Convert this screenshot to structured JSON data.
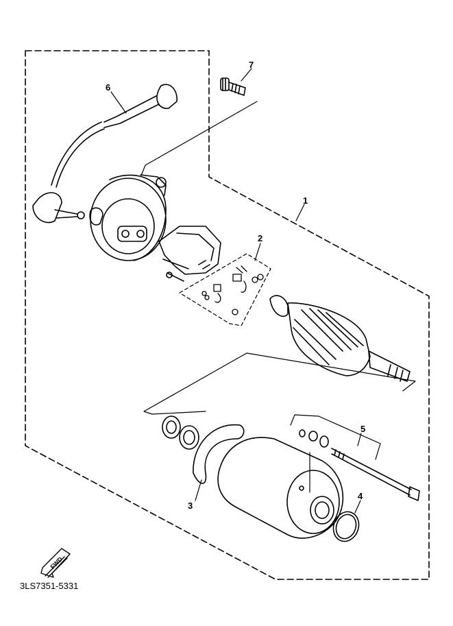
{
  "callouts": {
    "c1": "1",
    "c2": "2",
    "c3": "3",
    "c4": "4",
    "c5": "5",
    "c6": "6",
    "c7": "7"
  },
  "fwd_label": "FWD",
  "doc_code": "3LS7351-5331",
  "colors": {
    "ink": "#000000",
    "paper": "#ffffff"
  }
}
